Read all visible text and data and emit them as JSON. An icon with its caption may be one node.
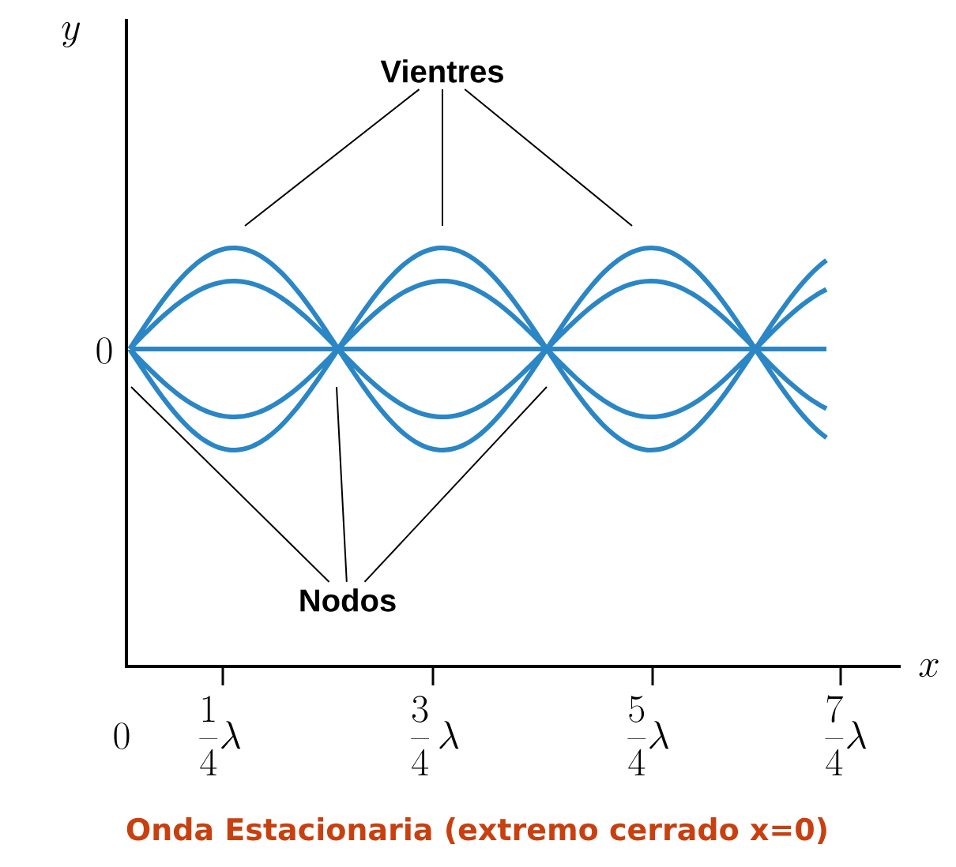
{
  "diagram": {
    "caption": "Onda Estacionaria (extremo cerrado x=0)",
    "nodes": [
      {
        "text": [
          "Vientres"
        ]
      },
      {
        "text": [
          "Nodos"
        ]
      }
    ],
    "edges": [
      {
        "from": 0,
        "to": null,
        "arrow": "none"
      },
      {
        "from": 0,
        "to": null,
        "arrow": "none"
      },
      {
        "from": 0,
        "to": null,
        "arrow": "none"
      },
      {
        "from": 1,
        "to": null,
        "arrow": "none"
      },
      {
        "from": 1,
        "to": null,
        "arrow": "none"
      },
      {
        "from": 1,
        "to": null,
        "arrow": "none"
      }
    ],
    "labels": [
      "y",
      "0",
      "x",
      "0",
      "\\frac{1}{4}\\lambda",
      "\\frac{3}{4}\\,\\lambda",
      "\\frac{5}{4}\\lambda",
      "\\frac{7}{4}\\lambda"
    ]
  }
}
